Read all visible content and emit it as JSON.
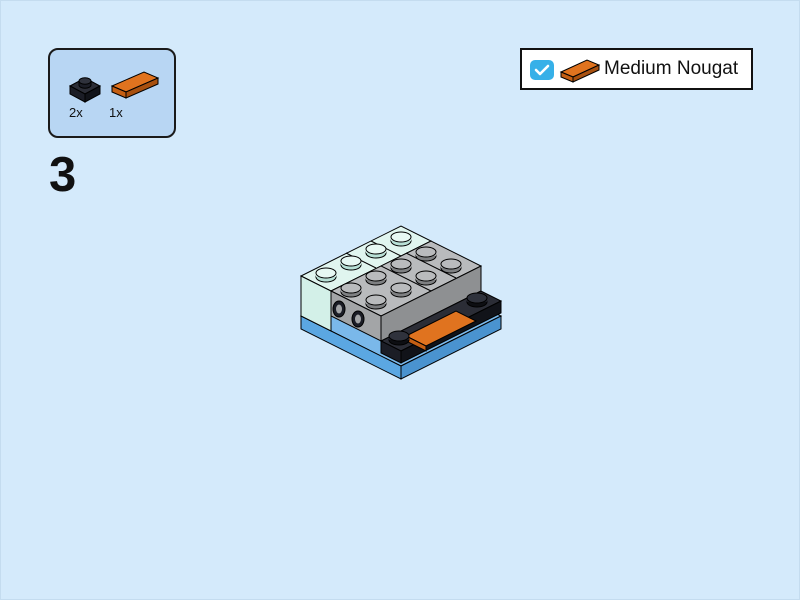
{
  "step": {
    "number": "3"
  },
  "parts_list": {
    "items": [
      {
        "icon": "black-plate-1x1-icon",
        "count": "2x",
        "color": "#1b1d26"
      },
      {
        "icon": "orange-tile-1x2-icon",
        "count": "1x",
        "color": "#e0731f"
      }
    ]
  },
  "color_callout": {
    "checked": true,
    "icon": "medium-nougat-tile-icon",
    "label": "Medium Nougat",
    "color": "#e0731f"
  },
  "colors": {
    "background": "#d4eafb",
    "parts_panel": "#b8d6f3",
    "check_blue": "#36b0e8",
    "baseplate_blue": "#5ba7e2",
    "light_aqua": "#d3f0e8",
    "gray": "#a3a5a7",
    "black": "#1b1d26",
    "medium_nougat": "#e0731f"
  }
}
